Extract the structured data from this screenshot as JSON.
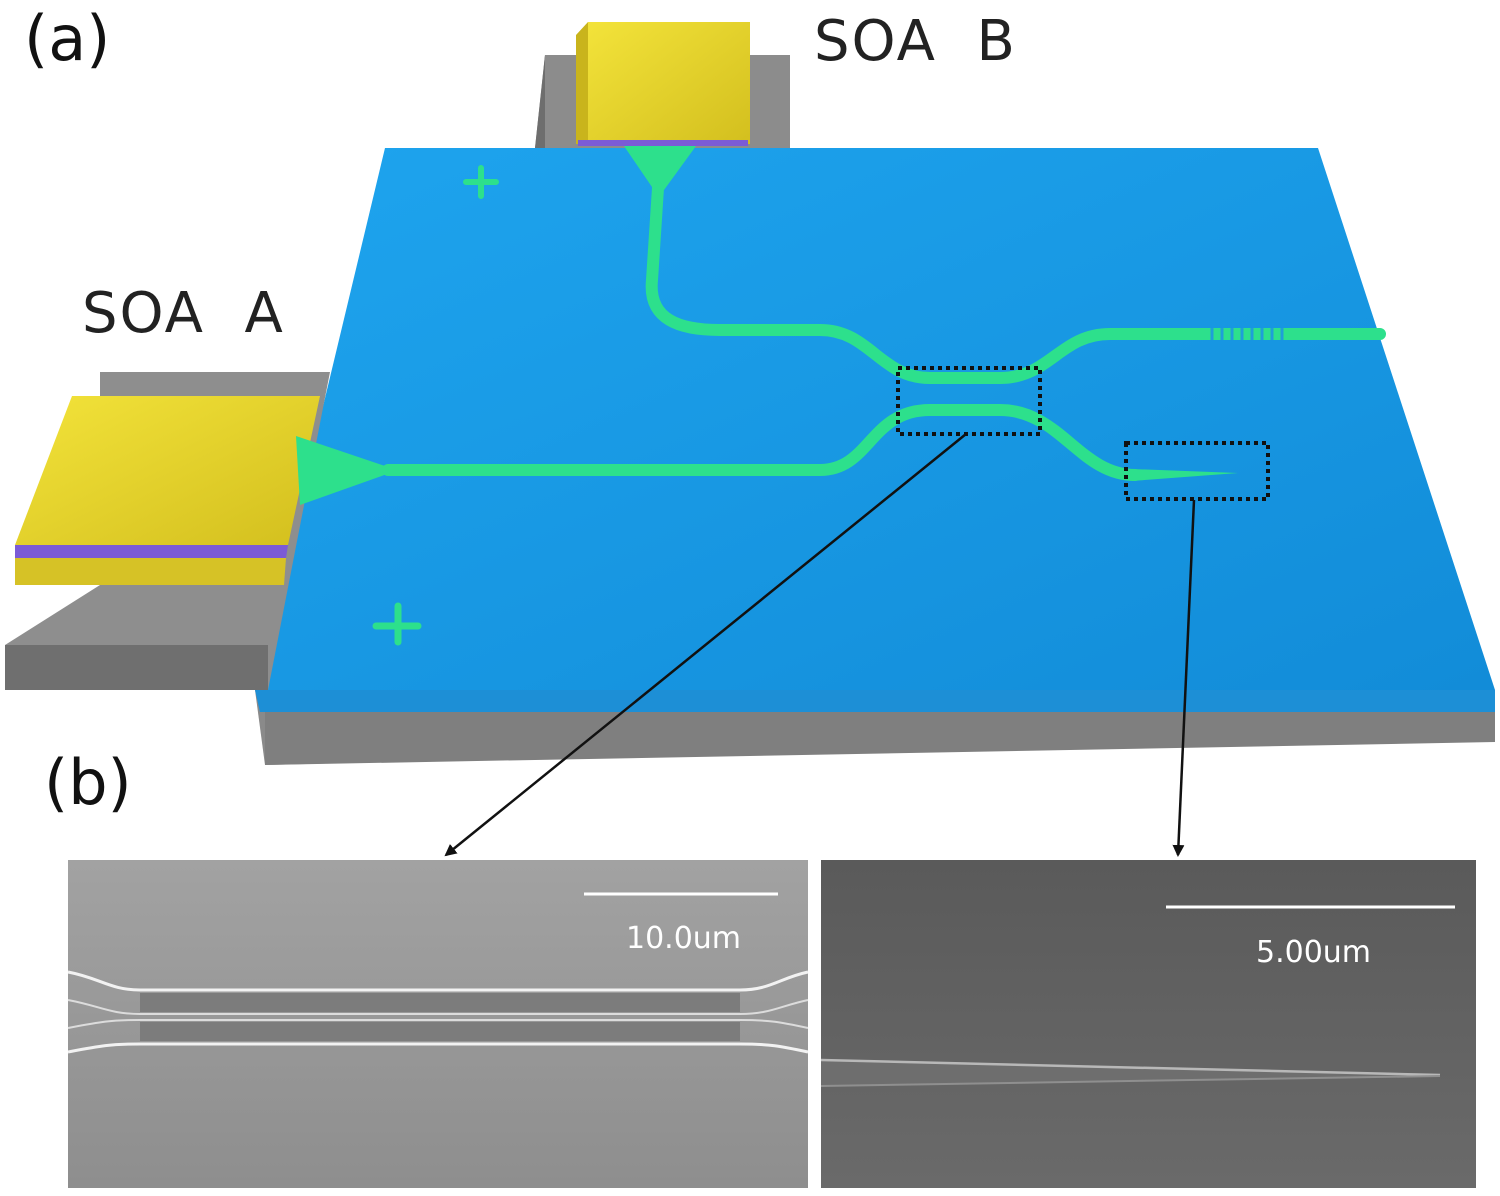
{
  "panels": {
    "a": "(a)",
    "b": "(b)"
  },
  "soa_labels": {
    "b": "SOA  B",
    "a": "SOA  A"
  },
  "scale_bars": {
    "left": "10.0um",
    "right": "5.00um"
  },
  "colors": {
    "substrate_top": "#1a9be6",
    "substrate_side": "#8a8a8a",
    "waveguide": "#2de08c",
    "soa_gold": "#e6d52a",
    "soa_active_layer": "#7b5bd6",
    "sem_left_bg": "#9a9a9a",
    "sem_right_bg": "#5e5e5e"
  }
}
